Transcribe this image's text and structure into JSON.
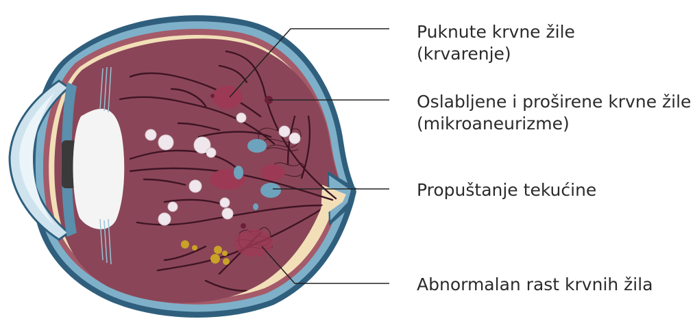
{
  "labels": {
    "hemorrhage_line1": "Puknute krvne žile",
    "hemorrhage_line2": "(krvarenje)",
    "microaneurysm_line1": "Oslabljene i proširene krvne žile",
    "microaneurysm_line2": "(mikroaneurizme)",
    "leakage": "Propuštanje tekućine",
    "neovascularization": "Abnormalan rast krvnih žila"
  },
  "colors": {
    "sclera_outer": "#2f5f7d",
    "sclera_blue": "#7fb0c9",
    "choroid": "#a45a68",
    "retina_cream": "#f2dfb8",
    "interior": "#8a4658",
    "vessel": "#3e1424",
    "hemorrhage": "#9c3a55",
    "exudate_white": "#efe7ec",
    "fluid_blue": "#6ea3bd",
    "hard_exudate_yellow": "#c9a227",
    "lens": "#f4f4f4",
    "iris": "#3a3a3a",
    "cornea": "#cfe3ee",
    "leader_line": "#222222"
  }
}
